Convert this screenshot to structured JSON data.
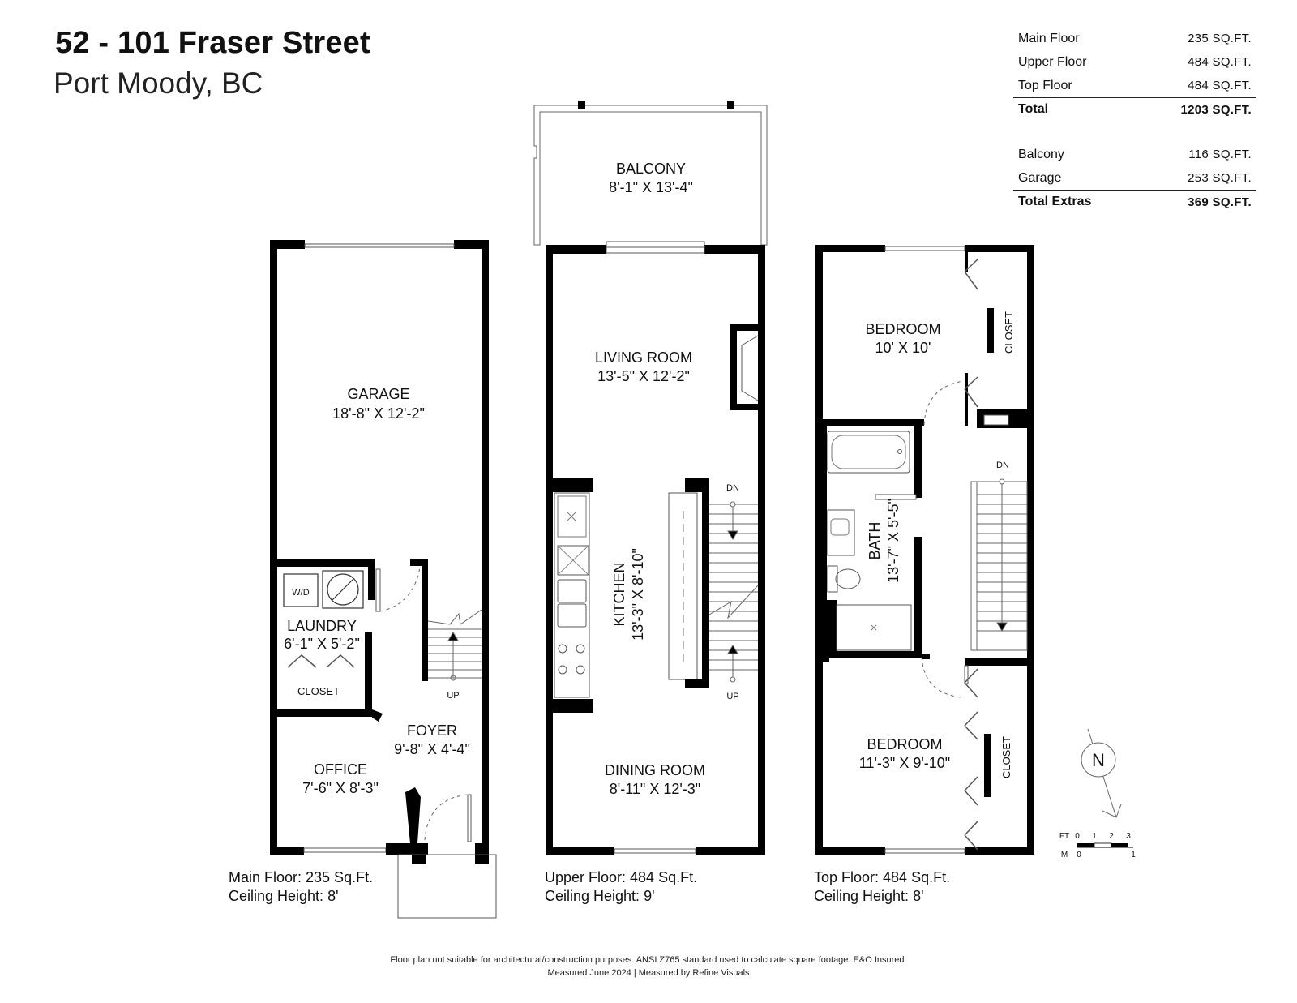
{
  "header": {
    "title": "52 - 101 Fraser Street",
    "subtitle": "Port Moody, BC"
  },
  "area_summary": {
    "floors": [
      {
        "label": "Main Floor",
        "value": "235 SQ.FT."
      },
      {
        "label": "Upper Floor",
        "value": "484 SQ.FT."
      },
      {
        "label": "Top Floor",
        "value": "484 SQ.FT."
      }
    ],
    "total": {
      "label": "Total",
      "value": "1203 SQ.FT."
    },
    "extras": [
      {
        "label": "Balcony",
        "value": "116 SQ.FT."
      },
      {
        "label": "Garage",
        "value": "253 SQ.FT."
      }
    ],
    "total_extras": {
      "label": "Total Extras",
      "value": "369 SQ.FT."
    }
  },
  "main_floor": {
    "rooms": {
      "garage": {
        "name": "GARAGE",
        "dims": "18'-8\"  X  12'-2\""
      },
      "laundry": {
        "name": "LAUNDRY",
        "dims": "6'-1\" X 5'-2\""
      },
      "wd": "W/D",
      "closet": "CLOSET",
      "foyer": {
        "name": "FOYER",
        "dims": "9'-8\" X 4'-4\""
      },
      "office": {
        "name": "OFFICE",
        "dims": "7'-6\" X 8'-3\""
      },
      "stair": "UP"
    },
    "info": {
      "area": "Main Floor: 235 Sq.Ft.",
      "ceiling": "Ceiling Height: 8'"
    }
  },
  "upper_floor": {
    "rooms": {
      "balcony": {
        "name": "BALCONY",
        "dims": "8'-1\"  X  13'-4\""
      },
      "living": {
        "name": "LIVING ROOM",
        "dims": "13'-5\"  X  12'-2\""
      },
      "kitchen": {
        "name": "KITCHEN",
        "dims": "13'-3\" X 8'-10\""
      },
      "dining": {
        "name": "DINING ROOM",
        "dims": "8'-11\"  X  12'-3\""
      },
      "stair_dn": "DN",
      "stair_up": "UP"
    },
    "info": {
      "area": "Upper Floor: 484 Sq.Ft.",
      "ceiling": "Ceiling Height: 9'"
    }
  },
  "top_floor": {
    "rooms": {
      "bedroom1": {
        "name": "BEDROOM",
        "dims": "10'  X  10'"
      },
      "closet1": "CLOSET",
      "bath": {
        "name": "BATH",
        "dims": "13'-7\" X 5'-5\""
      },
      "bedroom2": {
        "name": "BEDROOM",
        "dims": "11'-3\"  X  9'-10\""
      },
      "closet2": "CLOSET",
      "stair_dn": "DN"
    },
    "info": {
      "area": "Top Floor: 484 Sq.Ft.",
      "ceiling": "Ceiling Height: 8'"
    }
  },
  "compass": {
    "letter": "N"
  },
  "scale": {
    "ft_label": "FT",
    "ft_ticks": [
      "0",
      "1",
      "2",
      "3"
    ],
    "m_label": "M",
    "m_ticks": [
      "0",
      "1"
    ]
  },
  "footer": {
    "line1": "Floor plan not suitable for architectural/construction purposes. ANSI Z765 standard used to calculate square footage. E&O Insured.",
    "line2": "Measured June 2024 | Measured by Refine Visuals"
  },
  "colors": {
    "wall": "#000000",
    "line": "#555555",
    "background": "#ffffff"
  }
}
